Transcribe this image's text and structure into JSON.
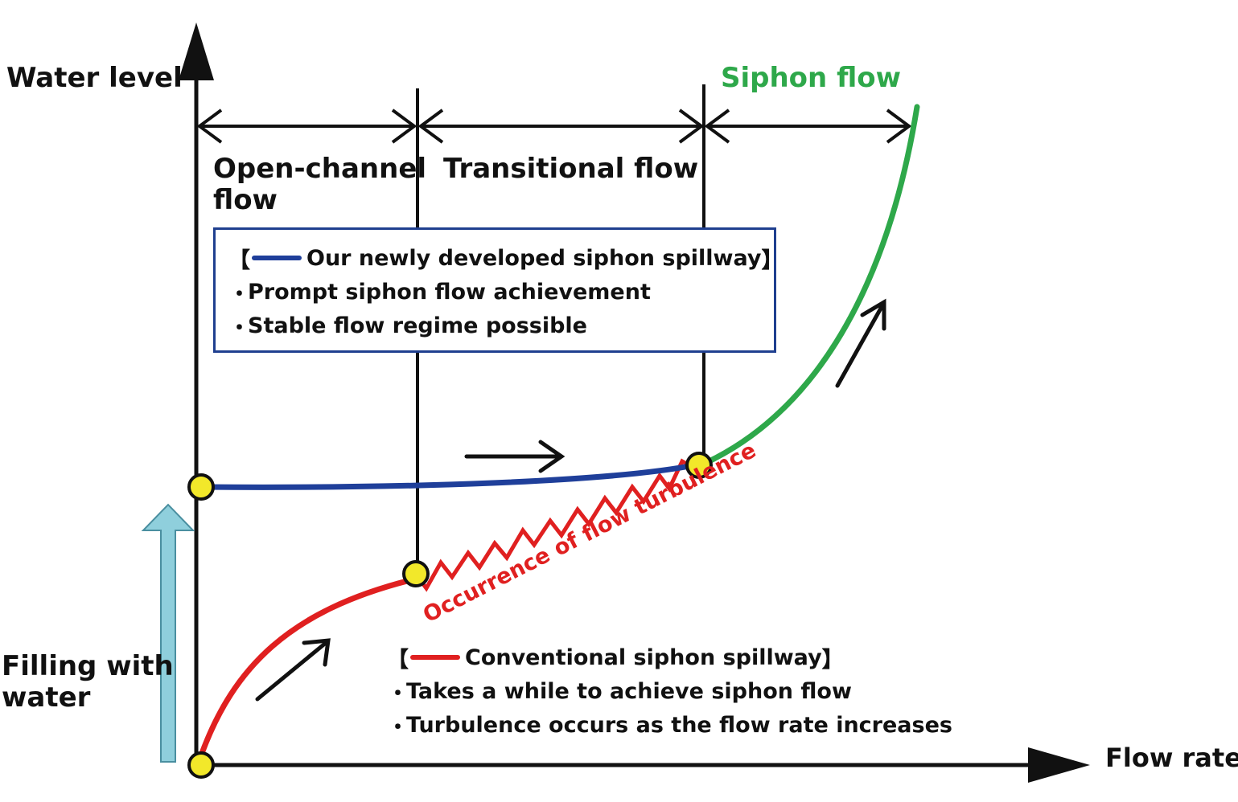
{
  "axes": {
    "y_label": "Water level",
    "x_label": "Flow rate"
  },
  "regions": {
    "open_channel": "Open-channel\nflow",
    "transitional": "Transitional flow",
    "siphon": "Siphon flow"
  },
  "filling_label": "Filling with\nwater",
  "turbulence_label": "Occurrence of flow turbulence",
  "legend_new": {
    "open_bracket": "【",
    "title": "Our newly developed siphon spillway",
    "close_bracket": "】",
    "bullet": "・",
    "items": [
      "Prompt siphon flow achievement",
      "Stable flow regime possible"
    ],
    "color": "#1f3f9a"
  },
  "legend_conventional": {
    "open_bracket": "【",
    "title": "Conventional siphon spillway",
    "close_bracket": "】",
    "bullet": "・",
    "items": [
      "Takes a while to achieve siphon flow",
      "Turbulence occurs as the flow rate increases"
    ],
    "color": "#e02020"
  },
  "colors": {
    "new_curve": "#1f3f9a",
    "conventional_curve": "#e02020",
    "siphon_curve": "#2ea84a",
    "siphon_text": "#2ea84a",
    "turbulence_text": "#e02020",
    "fill_arrow": "#8fcfdc",
    "marker": "#f2e82a"
  }
}
